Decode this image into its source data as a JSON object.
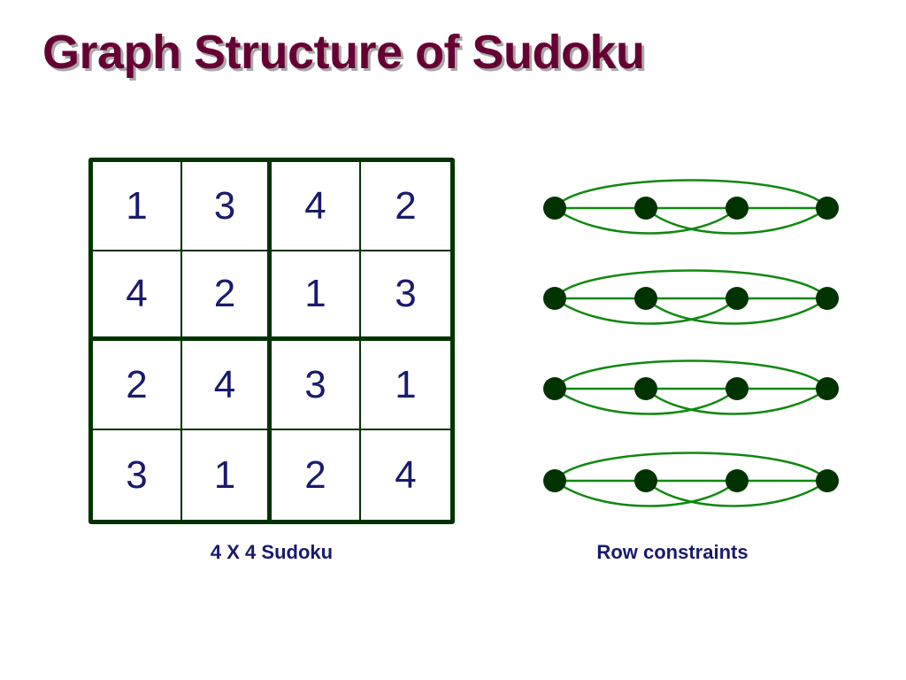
{
  "title": "Graph Structure of Sudoku",
  "sudoku": {
    "caption": "4 X 4 Sudoku",
    "grid": [
      [
        "1",
        "3",
        "4",
        "2"
      ],
      [
        "4",
        "2",
        "1",
        "3"
      ],
      [
        "2",
        "4",
        "3",
        "1"
      ],
      [
        "3",
        "1",
        "2",
        "4"
      ]
    ]
  },
  "row_constraints": {
    "caption": "Row constraints",
    "rows": 4,
    "nodes_per_row": 4,
    "node_color": "#003300",
    "edge_color": "#118811"
  }
}
